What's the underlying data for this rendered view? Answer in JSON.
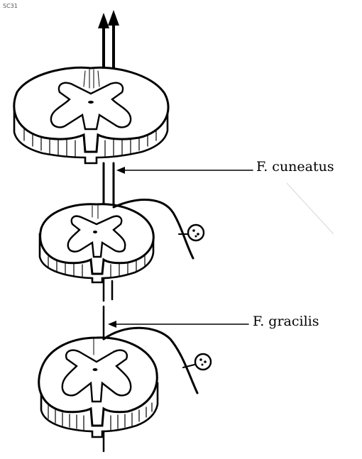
{
  "figure_id": "SC31",
  "labels": {
    "cuneatus": "F. cuneatus",
    "gracilis": "F. gracilis"
  }
}
